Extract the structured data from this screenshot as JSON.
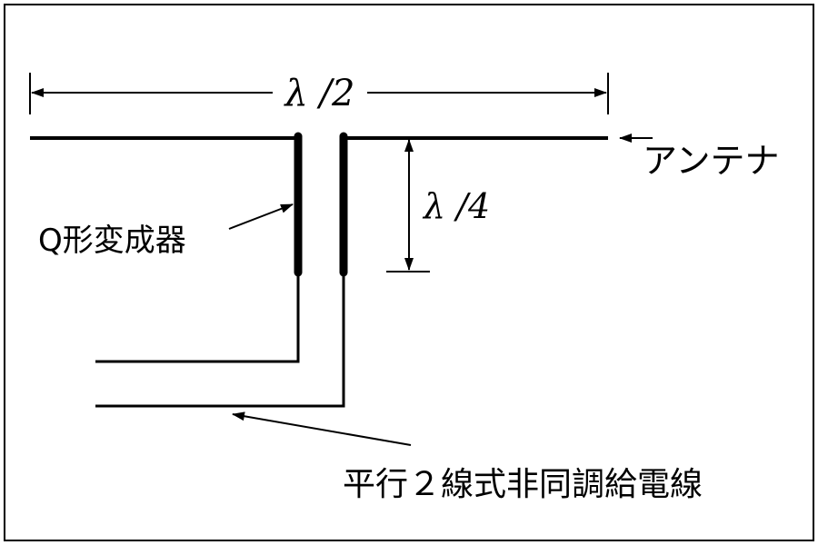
{
  "labels": {
    "half_wavelength": "λ /2",
    "quarter_wavelength": "λ /4",
    "antenna": "アンテナ",
    "q_transformer": "Q形変成器",
    "feeder": "平行２線式非同調給電線"
  },
  "colors": {
    "line": "#000000",
    "background": "#ffffff"
  }
}
